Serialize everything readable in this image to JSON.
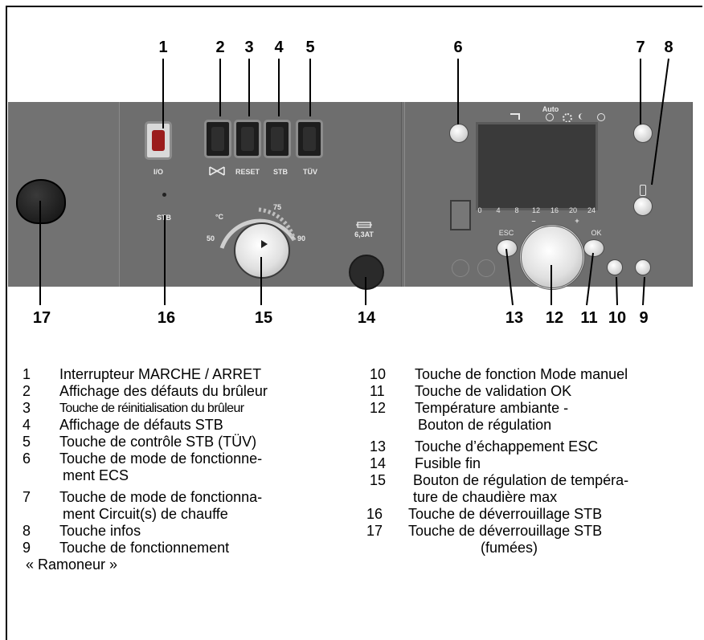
{
  "callouts": {
    "c1": "1",
    "c2": "2",
    "c3": "3",
    "c4": "4",
    "c5": "5",
    "c6": "6",
    "c7": "7",
    "c8": "8",
    "c17": "17",
    "c16": "16",
    "c15": "15",
    "c14": "14",
    "c13": "13",
    "c12": "12",
    "c11": "11",
    "c10": "10",
    "c9": "9"
  },
  "panel_labels": {
    "io": "I/O",
    "reset": "RESET",
    "stb": "STB",
    "tuv": "TÜV",
    "stb_small": "STB",
    "deg": "°C",
    "t50": "50",
    "t75": "75",
    "t90": "90",
    "fuse": "6,3AT",
    "esc": "ESC",
    "ok": "OK",
    "auto": "Auto",
    "minus": "–",
    "plus": "+",
    "h0": "0",
    "h4": "4",
    "h8": "8",
    "h12": "12",
    "h16": "16",
    "h20": "20",
    "h24": "24"
  },
  "legend_left": [
    {
      "num": "1",
      "text": "Interrupteur MARCHE / ARRET"
    },
    {
      "num": "2",
      "text": "Affichage des défauts du brûleur"
    },
    {
      "num": "3",
      "text": "Touche de réinitialisation du brûleur"
    },
    {
      "num": "4",
      "text": "Affichage de défauts STB"
    },
    {
      "num": "5",
      "text": "Touche de contrôle STB (TÜV)"
    },
    {
      "num": "6",
      "text": "Touche de mode de fonctionne-"
    },
    {
      "num": "",
      "text": " ment ECS"
    },
    {
      "num": "7",
      "text": "Touche de mode de fonctionna-"
    },
    {
      "num": "",
      "text": " ment Circuit(s) de chauffe"
    },
    {
      "num": "8",
      "text": "Touche infos"
    },
    {
      "num": "9",
      "text": "Touche de fonctionnement"
    },
    {
      "num": "",
      "text": "« Ramoneur »"
    }
  ],
  "legend_right": [
    {
      "num": "10",
      "text": "Touche de fonction Mode manuel"
    },
    {
      "num": "11",
      "text": "Touche de validation OK"
    },
    {
      "num": "12",
      "text": "Température ambiante -"
    },
    {
      "num": "",
      "text": " Bouton de régulation"
    },
    {
      "num": "13",
      "text": "Touche d’échappement ESC"
    },
    {
      "num": "14",
      "text": "Fusible fin"
    },
    {
      "num": "15",
      "text": "Bouton de régulation de tempéra-"
    },
    {
      "num": "",
      "text": "ture de chaudière max"
    },
    {
      "num": "16",
      "text": "Touche de déverrouillage STB"
    },
    {
      "num": "17",
      "text": "Touche de déverrouillage STB"
    },
    {
      "num": "",
      "text": "(fumées)"
    }
  ]
}
